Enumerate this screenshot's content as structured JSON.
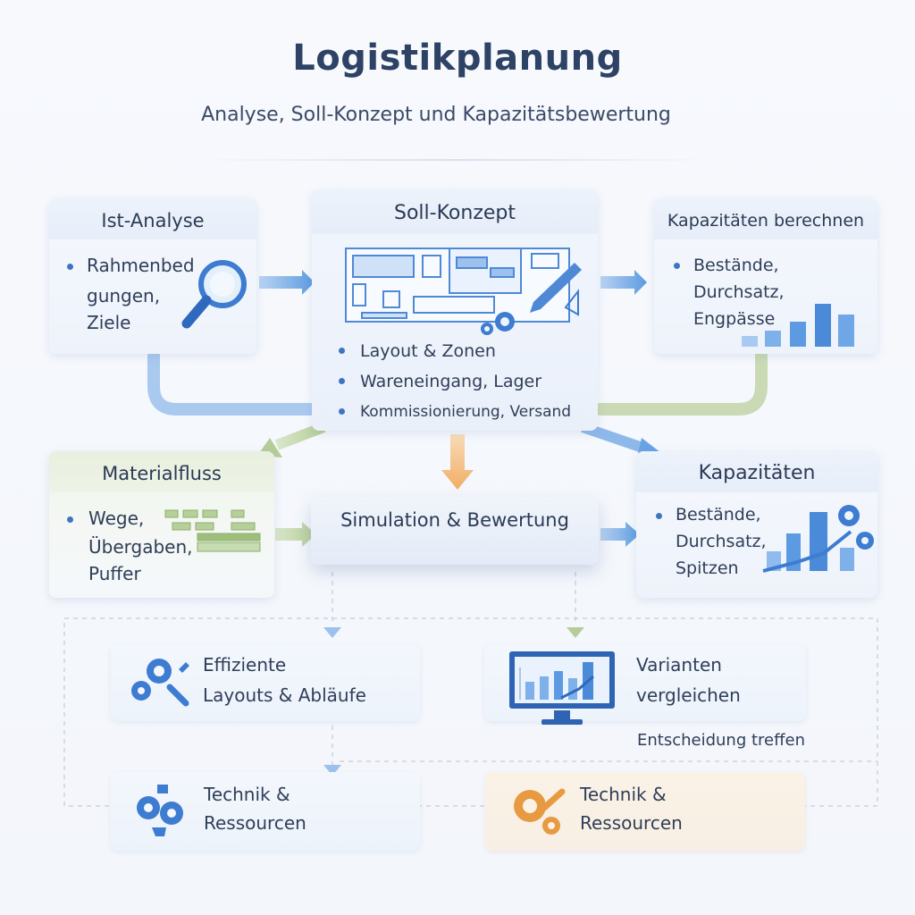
{
  "header": {
    "title": "Logistikplanung",
    "subtitle": "Analyse, Soll-Konzept und Kapazitätsbewertung"
  },
  "ist_analyse": {
    "title": "Ist-Analyse",
    "bullet": "Rahmenbedingungen, Ziele",
    "line1": "Rahmenbed",
    "line2": "gungen,",
    "line3": "Ziele",
    "icon": "magnifier-icon"
  },
  "soll_konzept": {
    "title": "Soll-Konzept",
    "items": [
      "Layout & Zonen",
      "Wareneingang, Lager",
      "Kommissionierung, Versand"
    ],
    "icon": "layout-blueprint-icon"
  },
  "kapazitaeten_berechnen": {
    "title": "Kapazitäten berechnen",
    "line1": "Bestände,",
    "line2": "Durchsatz,",
    "line3": "Engpässe",
    "icon": "bar-chart-icon"
  },
  "materialfluss": {
    "title": "Materialfluss",
    "line1": "Wege,",
    "line2": "Übergaben,",
    "line3": "Puffer",
    "icon": "conveyor-blocks-icon"
  },
  "simulation": {
    "title": "Simulation & Bewertung"
  },
  "kapazitaeten": {
    "title": "Kapazitäten",
    "line1": "Bestände,",
    "line2": "Durchsatz,",
    "line3": "Spitzen",
    "icon": "growth-chart-gears-icon"
  },
  "outcomes": {
    "effiziente": {
      "line1": "Effiziente",
      "line2": "Layouts & Abläufe",
      "icon": "gears-wrench-icon"
    },
    "varianten": {
      "line1": "Varianten",
      "line2": "vergleichen",
      "note": "Entscheidung treffen",
      "icon": "monitor-chart-icon"
    },
    "technik_blue": {
      "line1": "Technik &",
      "line2": "Ressourcen",
      "icon": "gears-cycle-icon"
    },
    "technik_orange": {
      "line1": "Technik &",
      "line2": "Ressourcen",
      "icon": "gear-wrench-orange-icon"
    }
  },
  "colors": {
    "blue_accent": "#4a8ad8",
    "green_accent": "#a8c48a",
    "orange_accent": "#f0b070",
    "title_color": "#2d4265"
  }
}
